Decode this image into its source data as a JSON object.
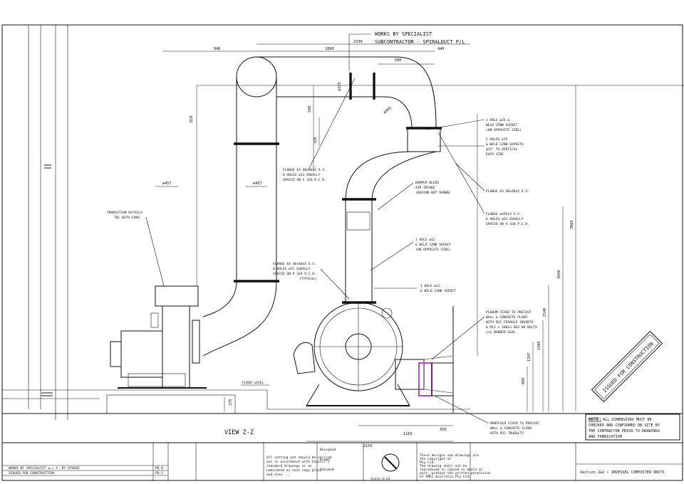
{
  "specialist_note": {
    "line1": "WORKS BY SPECIALIST",
    "line2": "SUBCONTRACTOR - SPIRALDUCT P/L"
  },
  "dimensions": {
    "top": [
      "946",
      "1898",
      "2330",
      "440",
      "500"
    ],
    "vertical": [
      "829",
      "580",
      "328",
      "3869",
      "3049",
      "2540",
      "1588",
      "1207",
      "800",
      "275"
    ],
    "bottom": [
      "2150",
      "1160",
      "350"
    ],
    "diameters": [
      "ø457",
      "ø457",
      "ø325",
      "ø305"
    ]
  },
  "callouts": {
    "hole25": [
      "1 HOLE ø25 &",
      "WELD 25NB SOCKET",
      "(ON OPPOSITE SIDE)"
    ],
    "holes15": [
      "2 HOLES ø15",
      "& WELD 12NB SOCKETS",
      "@15° TO VERTICAL",
      "EACH SIDE"
    ],
    "flange_upper": [
      "FLANGE EA 40x40x5 S.S.",
      "8 HOLES ø11 EQUALLY",
      "SPACED ON A 349 P.C.D."
    ],
    "damper": [
      "DAMPER BLEED",
      "AIR INTAKE",
      "(BEHIND-NOT SHOWN)"
    ],
    "flange_right": [
      "FLANGE EA 40x40x5 S.S."
    ],
    "flange_445": [
      "FLANGE ø445x5 S.S.",
      "8 HOLES ø11 EQUALLY",
      "SPACED ON A 430 P.C.D."
    ],
    "transition": [
      "TRANSITION DETAILS",
      "TBC WITH FANS"
    ],
    "hole12a": [
      "1 HOLE ø12",
      "& WELD 12NB SOCKET",
      "(ON OPPOSITE SIDE)"
    ],
    "flange_typical": [
      "FLANGE EA 40x40x5 S.S.",
      "8 HOLES ø11 EQUALLY",
      "SPACED ON A 349 P.C.D.",
      "(TYPICAL)"
    ],
    "hole12b": [
      "1 HOLE ø12",
      "& WELD 12NB SOCKET"
    ],
    "plenum": [
      "PLENUM FIXED TO PRECAST",
      "WALL & CONCRETE FLOOR",
      "WITH M12 FERRULE INSERTS",
      "& M12 x 100LG HEX HD BOLTS",
      "c/w RUBBER SEAL"
    ],
    "manifold": [
      "MANIFOLD FIXED TO PRECAST",
      "WALL & CONCRETE FLOOR",
      "WITH M12 TRUBOLTS"
    ],
    "floor_level": "FLOOR LEVEL"
  },
  "view_label": "VIEW Z-Z",
  "stamp": "ISSUED FOR CONSTRUCTION",
  "note": {
    "heading": "NOTE:",
    "text": [
      " ALL DIMENSIONS MUST BE",
      "CHECKED AND CONFIRMED ON SITE BY",
      "THE CONTRACTOR PRIOR TO DRAWINGS",
      "AND FABRICATION"
    ]
  },
  "title_block": {
    "revisions": [
      {
        "desc": "WORKS BY SPECIALIST w.r.t. BY OTHERS",
        "rev": "PD.0"
      },
      {
        "desc": "ISSUED FOR CONSTRUCTION",
        "rev": "PD.1"
      }
    ],
    "general_notes": [
      "All setting out should be carried",
      "out in accordance with Council's",
      "standard drawings or as",
      "nominated on each copy plans",
      "and also ..."
    ],
    "signoff": [
      "Designed",
      "Drawn",
      "Checked"
    ],
    "copyright": [
      "These designs and drawings are",
      "the copyright of",
      "Pty Ltd.",
      "The drawing shall not be",
      "reproduced or copied in whole or",
      "part, without the written permission",
      "of SMEC Australia Pty Ltd."
    ],
    "scale_label": "Scale @ A1",
    "project": "Section 2w2 • INVESSEL COMPOSTER UNITS"
  }
}
